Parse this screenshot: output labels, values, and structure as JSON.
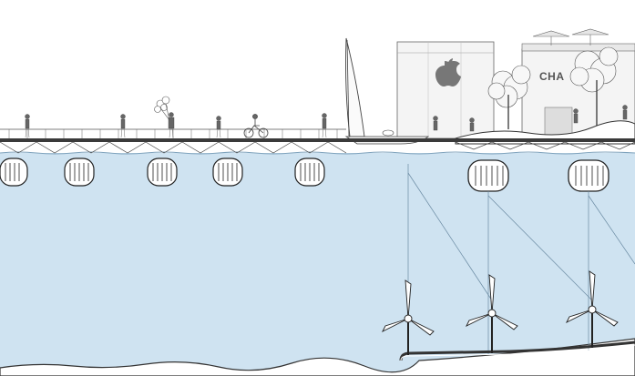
{
  "scene": {
    "storefront_left_logo": "apple-logo",
    "storefront_right_sign": "CHA",
    "colors": {
      "water": "#cfe3f1",
      "water_line": "#9bbad0",
      "line": "#3a3a3a",
      "deck": "#4a4a4a",
      "building": "#f2f2f2",
      "seabed": "#ffffff"
    },
    "float_count_left": 5,
    "float_count_right": 2,
    "turbine_count": 3,
    "icons": [
      "apple-logo-icon",
      "sailboat-icon",
      "tree-icon",
      "balloon-icon",
      "bicycle-icon",
      "umbrella-icon",
      "tidal-turbine-icon"
    ]
  }
}
